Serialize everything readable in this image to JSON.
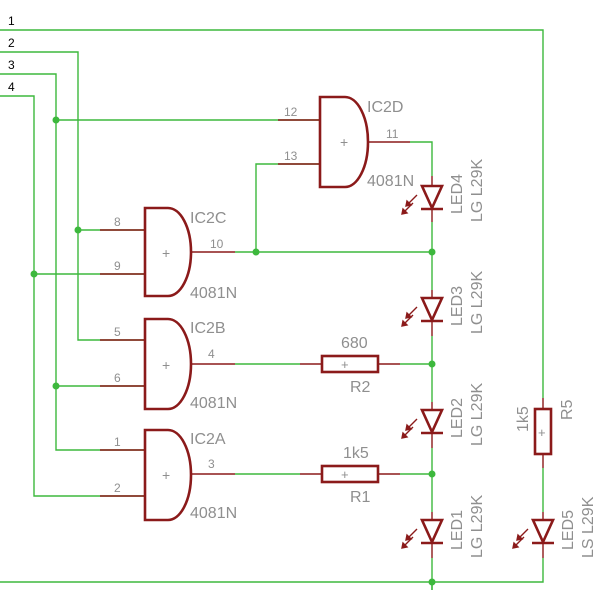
{
  "nets": [
    "1",
    "2",
    "3",
    "4"
  ],
  "gates": [
    {
      "id": "IC2A",
      "value": "4081N",
      "pins": {
        "in_a": "1",
        "in_b": "2",
        "out": "3"
      }
    },
    {
      "id": "IC2B",
      "value": "4081N",
      "pins": {
        "in_a": "5",
        "in_b": "6",
        "out": "4"
      }
    },
    {
      "id": "IC2C",
      "value": "4081N",
      "pins": {
        "in_a": "8",
        "in_b": "9",
        "out": "10"
      }
    },
    {
      "id": "IC2D",
      "value": "4081N",
      "pins": {
        "in_a": "12",
        "in_b": "13",
        "out": "11"
      }
    }
  ],
  "resistors": [
    {
      "id": "R1",
      "value": "1k5"
    },
    {
      "id": "R2",
      "value": "680"
    },
    {
      "id": "R5",
      "value": "1k5"
    }
  ],
  "leds": [
    {
      "id": "LED1",
      "value": "LG L29K"
    },
    {
      "id": "LED2",
      "value": "LG L29K"
    },
    {
      "id": "LED3",
      "value": "LG L29K"
    },
    {
      "id": "LED4",
      "value": "LG L29K"
    },
    {
      "id": "LED5",
      "value": "LS L29K"
    }
  ],
  "colors": {
    "wire": "#3db83d",
    "component": "#8b1a1a",
    "label": "#8f8f8f"
  }
}
